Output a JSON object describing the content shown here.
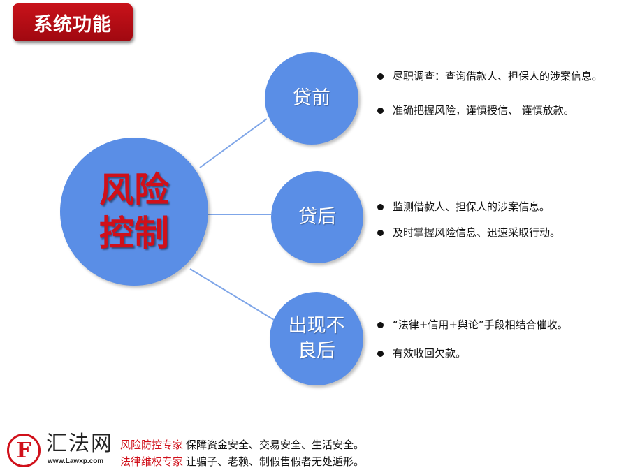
{
  "header": {
    "title": "系统功能"
  },
  "center": {
    "label": "风险控制"
  },
  "branches": [
    {
      "label": "贷前",
      "bullets": [
        "尽职调查：查询借款人、担保人的涉案信息。",
        "准确把握风险，谨慎授信、  谨慎放款。"
      ]
    },
    {
      "label": "贷后",
      "bullets": [
        "监测借款人、担保人的涉案信息。",
        "及时掌握风险信息、迅速采取行动。"
      ]
    },
    {
      "label": "出现不良后",
      "bullets": [
        "“法律+信用+舆论”手段相结合催收。",
        "有效收回欠款。"
      ]
    }
  ],
  "footer": {
    "logo_letter": "F",
    "logo_name": "汇法网",
    "logo_url": "www.Lawxp.com",
    "lines": [
      {
        "tag": "风险防控专家",
        "text": "保障资金安全、交易安全、生活安全。"
      },
      {
        "tag": "法律维权专家",
        "text": "让骗子、老赖、制假售假者无处遁形。"
      }
    ]
  },
  "colors": {
    "circle": "#5a8ee6",
    "accent_red": "#d0101a",
    "title_bg": "#b80c14",
    "connector": "#7fa6e8"
  }
}
